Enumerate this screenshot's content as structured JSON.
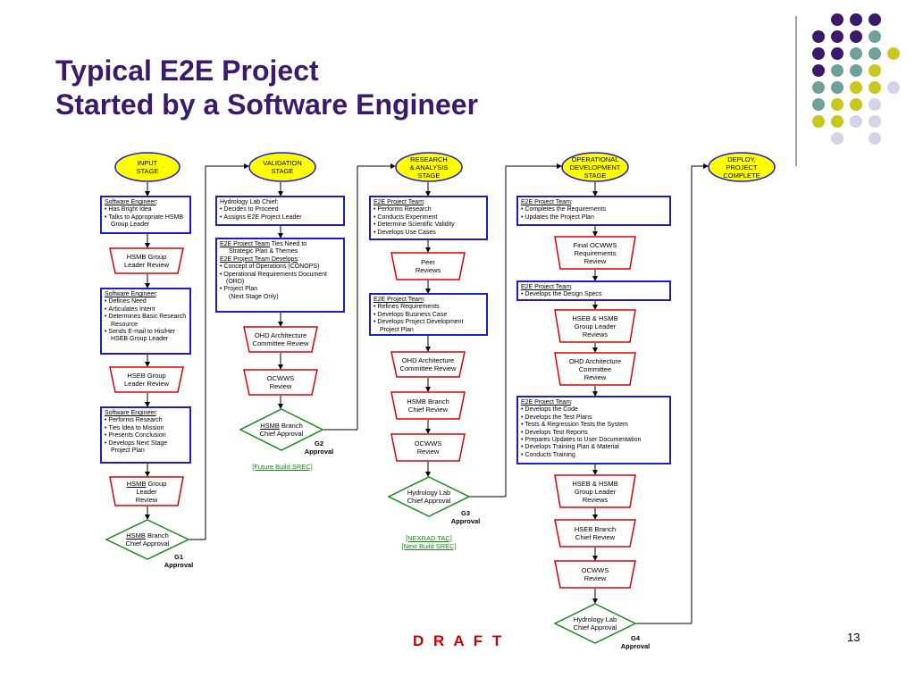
{
  "slide": {
    "title_line1": "Typical E2E Project",
    "title_line2": "Started by a Software Engineer",
    "draft": "D R A F T",
    "page_number": "13"
  },
  "colors": {
    "title": "#3b1a6b",
    "box_border": "#1e1ec8",
    "trap_border": "#dd0000",
    "diamond_border": "#1a8a1a",
    "oval_fill": "#ffff00",
    "dot_purple": "#3b1a6b",
    "dot_teal": "#6fa09a",
    "dot_olive": "#c8c81e",
    "dot_lavender": "#d4d4e8",
    "draft": "#cc0000",
    "note": "#1a8a1a"
  },
  "stages": [
    {
      "label": "INPUT\nSTAGE"
    },
    {
      "label": "VALIDATION\nSTAGE"
    },
    {
      "label": "RESEARCH\n& ANALYSIS\nSTAGE"
    },
    {
      "label": "OPERATIONAL\nDEVELOPMENT\nSTAGE"
    },
    {
      "label": "DEPLOY,\nPROJECT\nCOMPLETE"
    }
  ],
  "col1": {
    "box1": {
      "head": "Software Engineer",
      "suffix": ":",
      "items": [
        "Has Bright Idea",
        "Talks to Appropriate HSMB Group Leader"
      ]
    },
    "trap1": "HSMB Group\nLeader Review",
    "box2": {
      "head": "Software Engineer",
      "suffix": ":",
      "items": [
        "Defines Need",
        "Articulates Intent",
        "Determines Basic Research Resource",
        "Sends E-mail to His/Her HSEB Group Leader"
      ]
    },
    "trap2": "HSEB Group\nLeader Review",
    "box3": {
      "head": "Software Engineer",
      "suffix": ":",
      "items": [
        "Performs  Research",
        "Ties Idea to Mission",
        "Presents Conclusion",
        "Develops Next Stage Project Plan"
      ]
    },
    "trap3": {
      "u": "HSMB",
      "rest": " Group\nLeader\nReview"
    },
    "diamond": {
      "u": "HSMB",
      "rest": " Branch\nChief Approval"
    },
    "approval": "G1\nApproval"
  },
  "col2": {
    "box1": {
      "head": "Hydrology Lab Chief:",
      "items": [
        "Decides to Proceed",
        "Assigns E2E Project Leader"
      ]
    },
    "box2": {
      "head": "E2E Project Team",
      "after_head": " Ties Need to",
      "line2": "Strategic Plan & Themes",
      "head2": "E2E Project Team Develops",
      "suffix2": ":",
      "items": [
        "Concept of Operations (CONOPS)",
        "Operational Requirements Document (ORD)",
        "Project Plan"
      ],
      "tail": "(Next Stage Only)"
    },
    "trap1": "OHD Architecture\nCommittee Review",
    "trap2": "OCWWS\nReview",
    "diamond": {
      "u": "HSMB",
      "rest": " Branch\nChief Approval"
    },
    "approval": "G2\nApproval",
    "note": "[Future Build SREC]"
  },
  "col3": {
    "box1": {
      "head": "E2E Project Team",
      "suffix": ":",
      "items": [
        "Performs Research",
        "Conducts Experiment",
        "Determine Scientific Validity",
        "Develops Use Cases"
      ]
    },
    "trap1": "Peer\nReviews",
    "box2": {
      "head": "E2E Project Team",
      "suffix": ":",
      "items": [
        "Refines Requirements",
        "Develops Business Case",
        "Develops Project Development Project Plan"
      ]
    },
    "trap2": "OHD Architecture\nCommittee Review",
    "trap3": "HSMB Branch\nChief Review",
    "trap4": "OCWWS\nReview",
    "diamond": "Hydrology Lab\nChief Approval",
    "approval": "G3\nApproval",
    "note1": "[NEXRAD TAC]",
    "note2": "[Next Build SREC]"
  },
  "col4": {
    "box1": {
      "head": "E2E Project Team",
      "suffix": ":",
      "items": [
        "Completes the Requirements",
        "Updates the Project Plan"
      ]
    },
    "trap1": "Final OCWWS\nRequirements\nReview",
    "box2": {
      "head": "E2E Project Team",
      "suffix": ":",
      "items": [
        "Develops the Design Specs"
      ]
    },
    "trap2": "HSEB & HSMB\nGroup Leader\nReviews",
    "trap3": "OHD Architecture\nCommittee\nReview",
    "box3": {
      "head": "E2E Project Team",
      "suffix": ":",
      "items": [
        "Develops the Code",
        "Develops the Test Plans",
        "Tests & Regression Tests the System",
        "Develops Test Reports",
        "Prepares Updates to User Documentation",
        "Develops Training Plan & Material",
        "Conducts Training"
      ]
    },
    "trap4": "HSEB & HSMB\nGroup Leader\nReviews",
    "trap5": "HSEB Branch\nChief Review",
    "trap6": "OCWWS\nReview",
    "diamond": "Hydrology Lab\nChief Approval",
    "approval": "G4\nApproval"
  }
}
